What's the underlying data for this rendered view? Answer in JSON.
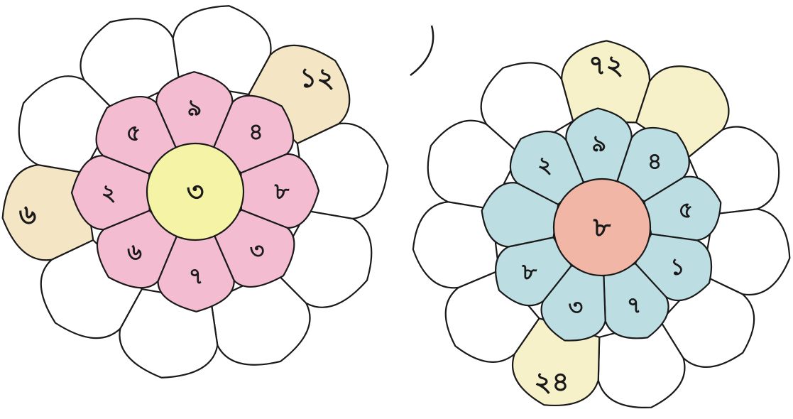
{
  "flowers": [
    {
      "name": "left",
      "center": {
        "label": "৩",
        "color": "#f5f3a6"
      },
      "inner_petals": [
        "৪",
        "৮",
        "৩",
        "৭",
        "৬",
        "২",
        "৫",
        "৯"
      ],
      "inner_color": "#f4bcd0",
      "outer_petals": [
        {
          "label": "১২",
          "color": "#f4e5c4"
        },
        {
          "label": "",
          "color": "#ffffff"
        },
        {
          "label": "",
          "color": "#ffffff"
        },
        {
          "label": "",
          "color": "#ffffff"
        },
        {
          "label": "",
          "color": "#ffffff"
        },
        {
          "label": "",
          "color": "#ffffff"
        },
        {
          "label": "৬",
          "color": "#f4e5c4"
        },
        {
          "label": "",
          "color": "#ffffff"
        },
        {
          "label": "",
          "color": "#ffffff"
        },
        {
          "label": "",
          "color": "#ffffff"
        }
      ]
    },
    {
      "name": "right",
      "center": {
        "label": "৮",
        "color": "#f2b6a6"
      },
      "inner_petals": [
        "৯",
        "৪",
        "৫",
        "১",
        "৭",
        "৩",
        "৮",
        "",
        "২"
      ],
      "inner_color": "#bcdde2",
      "outer_petals": [
        {
          "label": "৭২",
          "color": "#f6f1c8"
        },
        {
          "label": "",
          "color": "#f6f1c8"
        },
        {
          "label": "",
          "color": "#ffffff"
        },
        {
          "label": "",
          "color": "#ffffff"
        },
        {
          "label": "",
          "color": "#ffffff"
        },
        {
          "label": "",
          "color": "#ffffff"
        },
        {
          "label": "২৪",
          "color": "#f6f1c8"
        },
        {
          "label": "",
          "color": "#ffffff"
        },
        {
          "label": "",
          "color": "#ffffff"
        },
        {
          "label": "",
          "color": "#ffffff"
        },
        {
          "label": "",
          "color": "#ffffff"
        }
      ]
    }
  ]
}
